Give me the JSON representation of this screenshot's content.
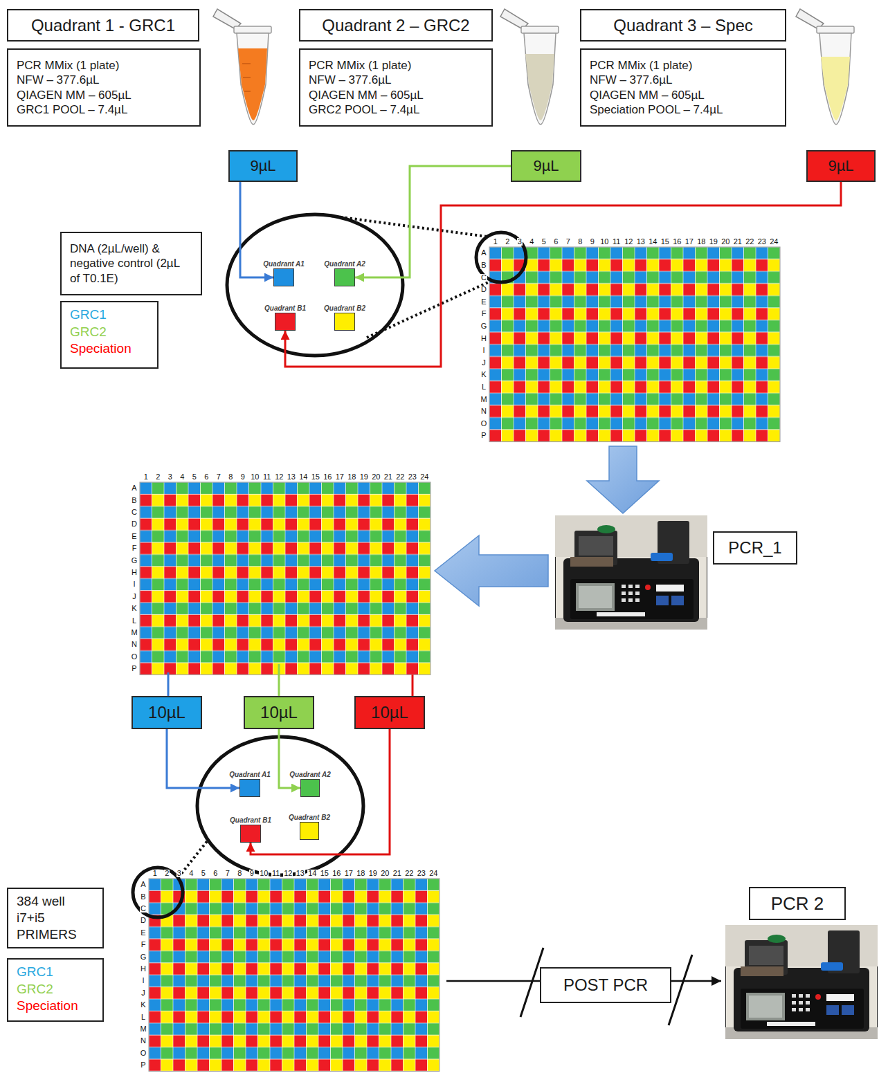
{
  "diagram": {
    "nodes": [
      {
        "text": [
          "Quadrant 1 - GRC1"
        ]
      },
      {
        "text": [
          "PCR MMix (1 plate)",
          "NFW – 377.6µL",
          "QIAGEN MM – 605µL",
          "GRC1 POOL – 7.4µL"
        ]
      },
      {
        "text": [
          "Quadrant 2 – GRC2"
        ]
      },
      {
        "text": [
          "PCR MMix (1 plate)",
          "NFW – 377.6µL",
          "QIAGEN MM – 605µL",
          "GRC2 POOL – 7.4µL"
        ]
      },
      {
        "text": [
          "Quadrant 3 – Spec"
        ]
      },
      {
        "text": [
          "PCR MMix (1 plate)",
          "NFW – 377.6µL",
          "QIAGEN MM – 605µL",
          "Speciation POOL – 7.4µL"
        ]
      },
      {
        "text": [
          "9µL"
        ]
      },
      {
        "text": [
          "9µL"
        ]
      },
      {
        "text": [
          "9µL"
        ]
      },
      {
        "text": [
          "DNA (2µL/well) & negative control (2µL of T0.1E)"
        ]
      },
      {
        "text": [
          "Quadrant A1"
        ]
      },
      {
        "text": [
          "Quadrant A2"
        ]
      },
      {
        "text": [
          "Quadrant B1"
        ]
      },
      {
        "text": [
          "Quadrant B2"
        ]
      },
      {
        "text": [
          "PCR_1"
        ]
      },
      {
        "text": [
          "10µL"
        ]
      },
      {
        "text": [
          "10µL"
        ]
      },
      {
        "text": [
          "10µL"
        ]
      },
      {
        "text": [
          "Quadrant A1"
        ]
      },
      {
        "text": [
          "Quadrant A2"
        ]
      },
      {
        "text": [
          "Quadrant B1"
        ]
      },
      {
        "text": [
          "Quadrant B2"
        ]
      },
      {
        "text": [
          "384 well i7+i5 PRIMERS"
        ]
      },
      {
        "text": [
          "POST PCR"
        ]
      },
      {
        "text": [
          "PCR 2"
        ]
      }
    ],
    "edges": [
      {
        "from": 6,
        "to": 10,
        "arrow": "to"
      },
      {
        "from": 7,
        "to": 11,
        "arrow": "to"
      },
      {
        "from": 8,
        "to": 12,
        "arrow": "to"
      },
      {
        "from": 15,
        "to": 18,
        "arrow": "to"
      },
      {
        "from": 16,
        "to": 19,
        "arrow": "to"
      },
      {
        "from": 17,
        "to": 20,
        "arrow": "to"
      }
    ],
    "labels": [
      "1",
      "2",
      "3",
      "4",
      "5",
      "6",
      "7",
      "8",
      "9",
      "10",
      "11",
      "12",
      "13",
      "14",
      "15",
      "16",
      "17",
      "18",
      "19",
      "20",
      "21",
      "22",
      "23",
      "24",
      "A",
      "B",
      "C",
      "D",
      "E",
      "F",
      "G",
      "H",
      "I",
      "J",
      "K",
      "L",
      "M",
      "N",
      "O",
      "P",
      "1",
      "2",
      "3",
      "4",
      "5",
      "6",
      "7",
      "8",
      "9",
      "10",
      "11",
      "12",
      "13",
      "14",
      "15",
      "16",
      "17",
      "18",
      "19",
      "20",
      "21",
      "22",
      "23",
      "24",
      "A",
      "B",
      "C",
      "D",
      "E",
      "F",
      "G",
      "H",
      "I",
      "J",
      "K",
      "L",
      "M",
      "N",
      "O",
      "P",
      "1",
      "2",
      "3",
      "4",
      "5",
      "6",
      "7",
      "8",
      "9",
      "10",
      "11",
      "12",
      "13",
      "14",
      "15",
      "16",
      "17",
      "18",
      "19",
      "20",
      "21",
      "22",
      "23",
      "24",
      "A",
      "B",
      "C",
      "D",
      "E",
      "F",
      "G",
      "H",
      "I",
      "J",
      "K",
      "L",
      "M",
      "N",
      "O",
      "P"
    ],
    "legend": [
      {
        "text": "GRC1",
        "color": "#29a8e0"
      },
      {
        "text": "GRC2",
        "color": "#92d050"
      },
      {
        "text": "Speciation",
        "color": "#ff0000"
      },
      {
        "text": "GRC1",
        "color": "#29a8e0"
      },
      {
        "text": "GRC2",
        "color": "#92d050"
      },
      {
        "text": "Speciation",
        "color": "#ff0000"
      }
    ]
  }
}
